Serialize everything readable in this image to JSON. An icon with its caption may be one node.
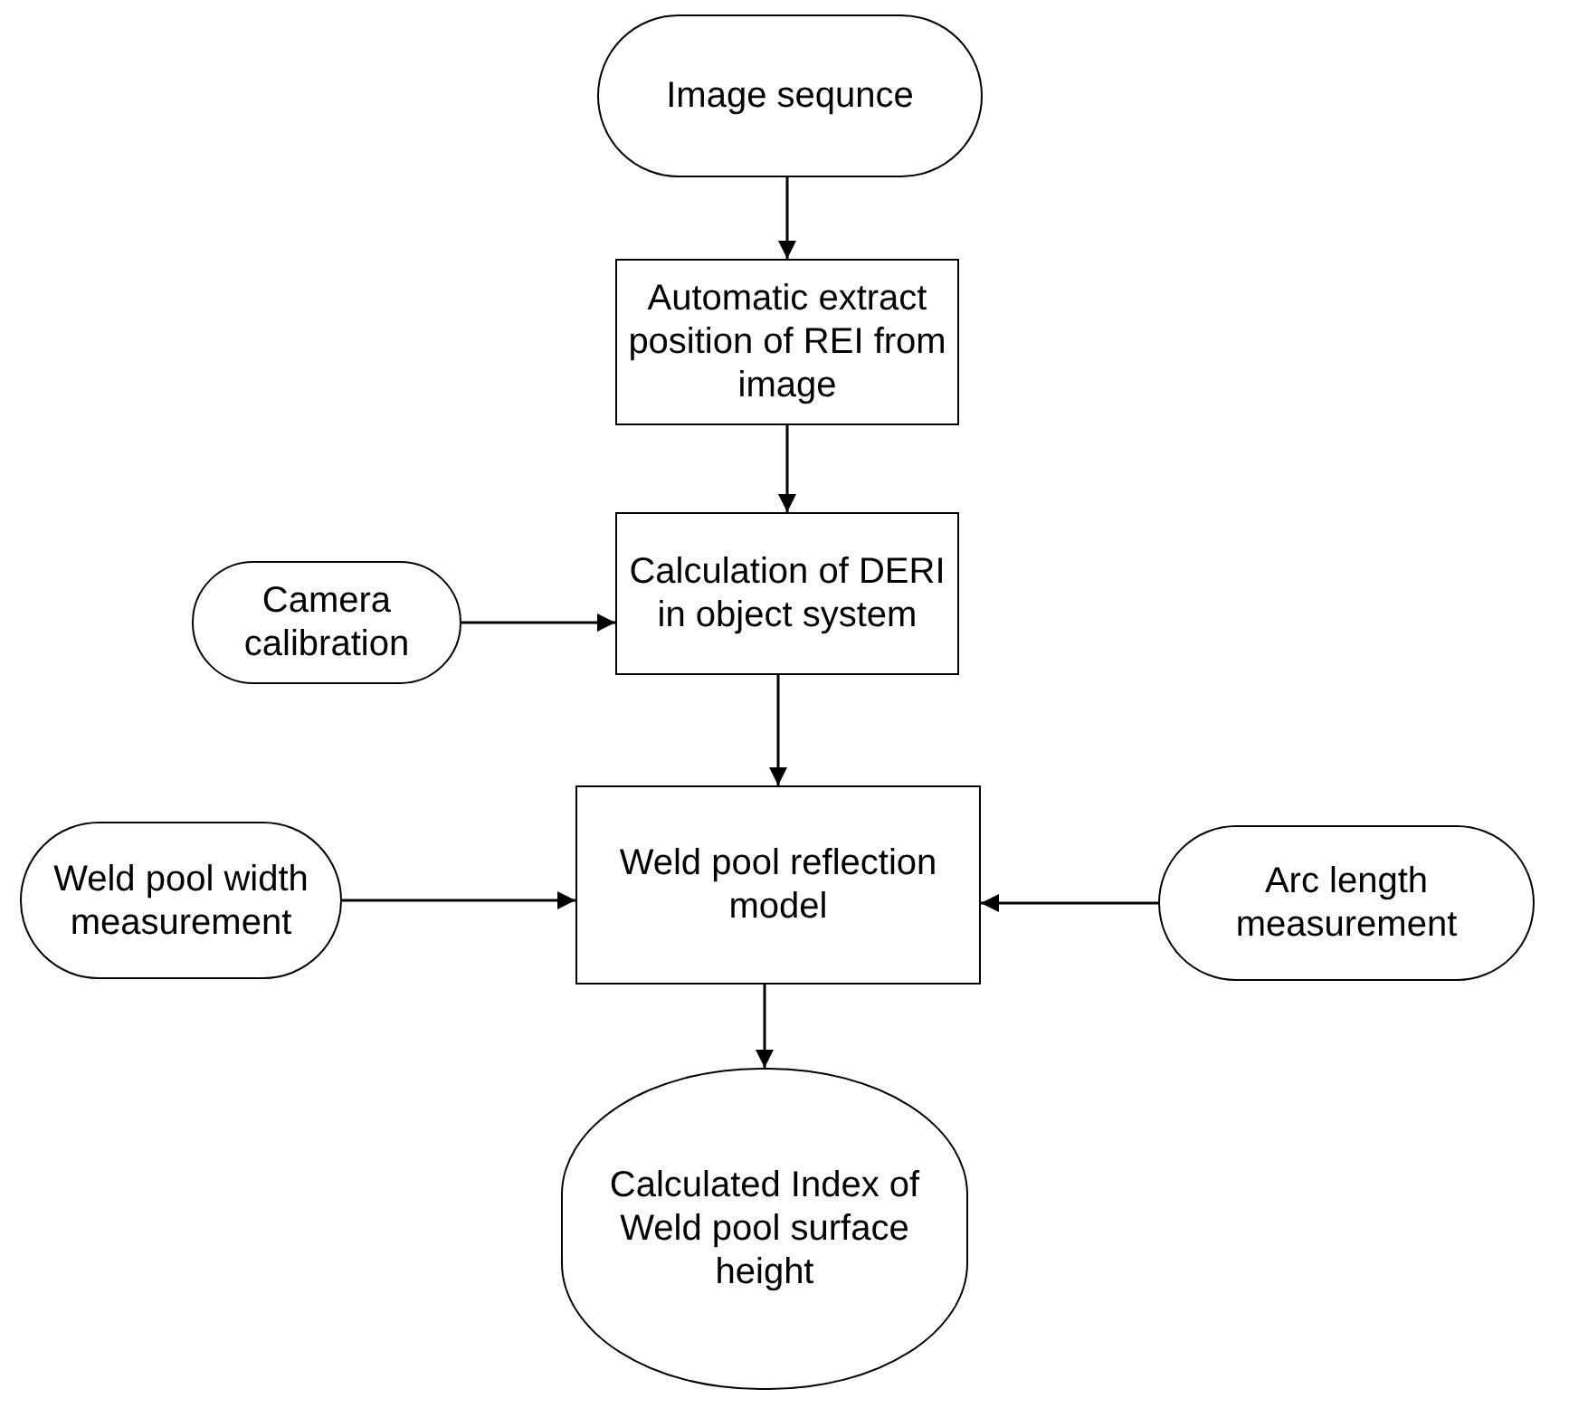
{
  "diagram": {
    "nodes": [
      {
        "text": [
          "Image sequnce"
        ]
      },
      {
        "text": [
          "Automatic extract position of REI from image"
        ]
      },
      {
        "text": [
          "Calculation of DERI in object system"
        ]
      },
      {
        "text": [
          "Camera calibration"
        ]
      },
      {
        "text": [
          "Weld pool width measurement"
        ]
      },
      {
        "text": [
          "Weld pool reflection model"
        ]
      },
      {
        "text": [
          "Arc length measurement"
        ]
      },
      {
        "text": [
          "Calculated Index of Weld pool surface height"
        ]
      }
    ],
    "edges": [
      {
        "from": 0,
        "to": 1,
        "arrow": "to"
      },
      {
        "from": 1,
        "to": 2,
        "arrow": "to"
      },
      {
        "from": 3,
        "to": 2,
        "arrow": "to"
      },
      {
        "from": 2,
        "to": 5,
        "arrow": "to"
      },
      {
        "from": 4,
        "to": 5,
        "arrow": "to"
      },
      {
        "from": 6,
        "to": 5,
        "arrow": "to"
      },
      {
        "from": 5,
        "to": 7,
        "arrow": "to"
      }
    ]
  }
}
